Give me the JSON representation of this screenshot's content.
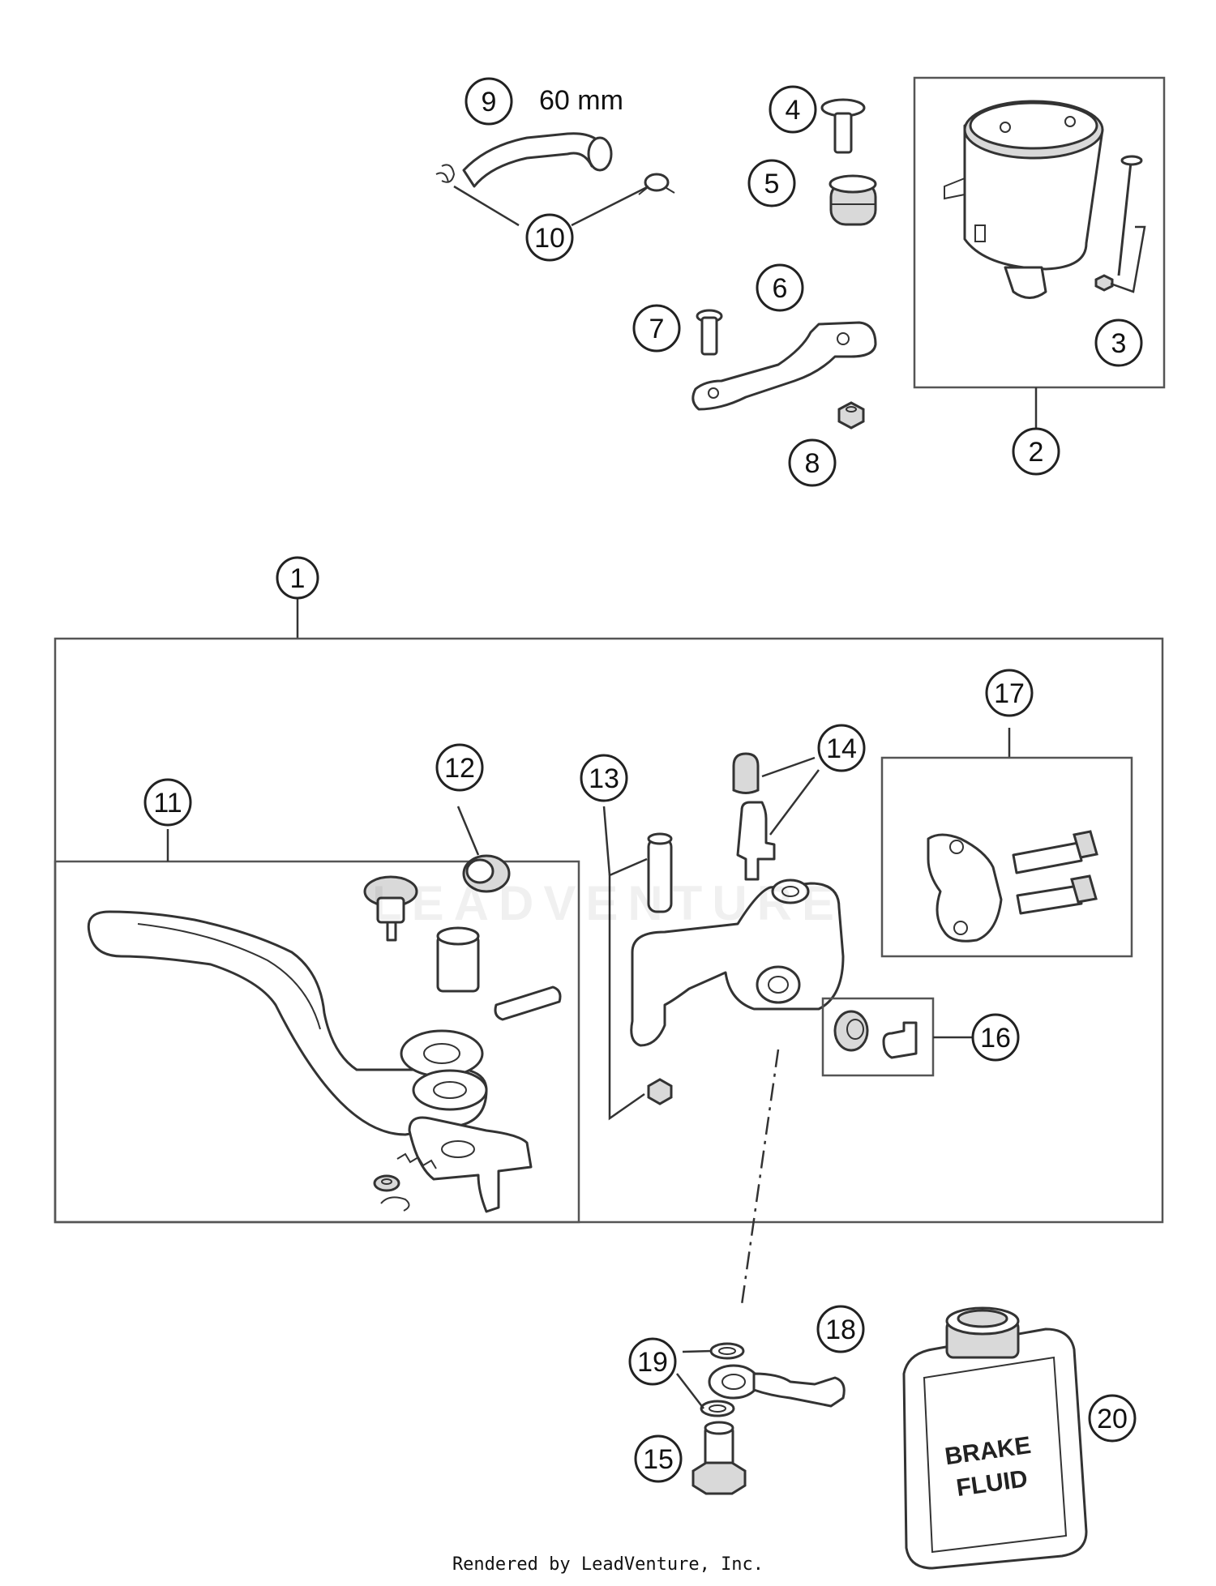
{
  "callouts": {
    "c1": "1",
    "c2": "2",
    "c3": "3",
    "c4": "4",
    "c5": "5",
    "c6": "6",
    "c7": "7",
    "c8": "8",
    "c9": "9",
    "c10": "10",
    "c11": "11",
    "c12": "12",
    "c13": "13",
    "c14": "14",
    "c15": "15",
    "c16": "16",
    "c17": "17",
    "c18": "18",
    "c19": "19",
    "c20": "20"
  },
  "hose_length_label": "60 mm",
  "bottle_label": {
    "line1": "BRAKE",
    "line2": "FLUID"
  },
  "watermark": "LEADVENTURE",
  "footer": "Rendered by LeadVenture, Inc."
}
